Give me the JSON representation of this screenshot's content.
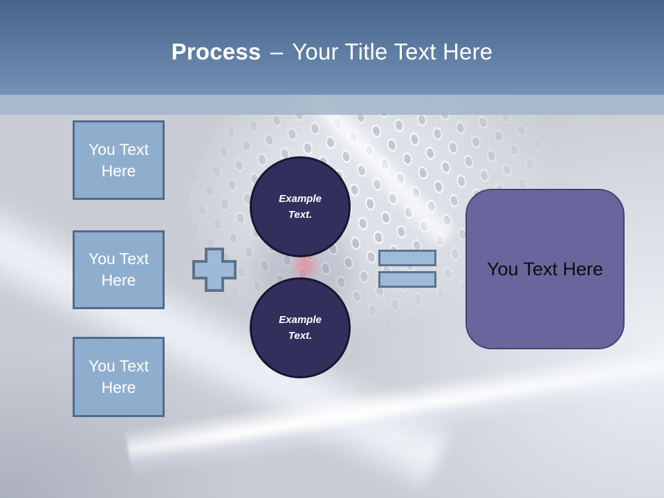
{
  "title": {
    "emphasis": "Process",
    "dash": "–",
    "rest": "Your Title Text Here"
  },
  "input_boxes": [
    {
      "label": "You Text Here"
    },
    {
      "label": "You Text Here"
    },
    {
      "label": "You Text Here"
    }
  ],
  "operators": {
    "plus_icon": "plus-sign",
    "equals_icon": "equals-sign"
  },
  "example_circles": [
    {
      "label": "Example Text."
    },
    {
      "label": "Example Text."
    }
  ],
  "result_box": {
    "label": "You Text Here"
  },
  "colors": {
    "header_top": "#46638a",
    "header_bottom": "#7392b6",
    "band": "#a5b5c9",
    "background": "#cacdd5",
    "title_color": "#ffffff",
    "box_fill": "#8faece",
    "box_border": "#4c6c8e",
    "operator_fill": "#9dbad8",
    "operator_border": "#5e7389",
    "circle_fill": "#322f5d",
    "circle_border": "#17152f",
    "result_fill": "#6b659d",
    "result_border": "#45436a"
  }
}
